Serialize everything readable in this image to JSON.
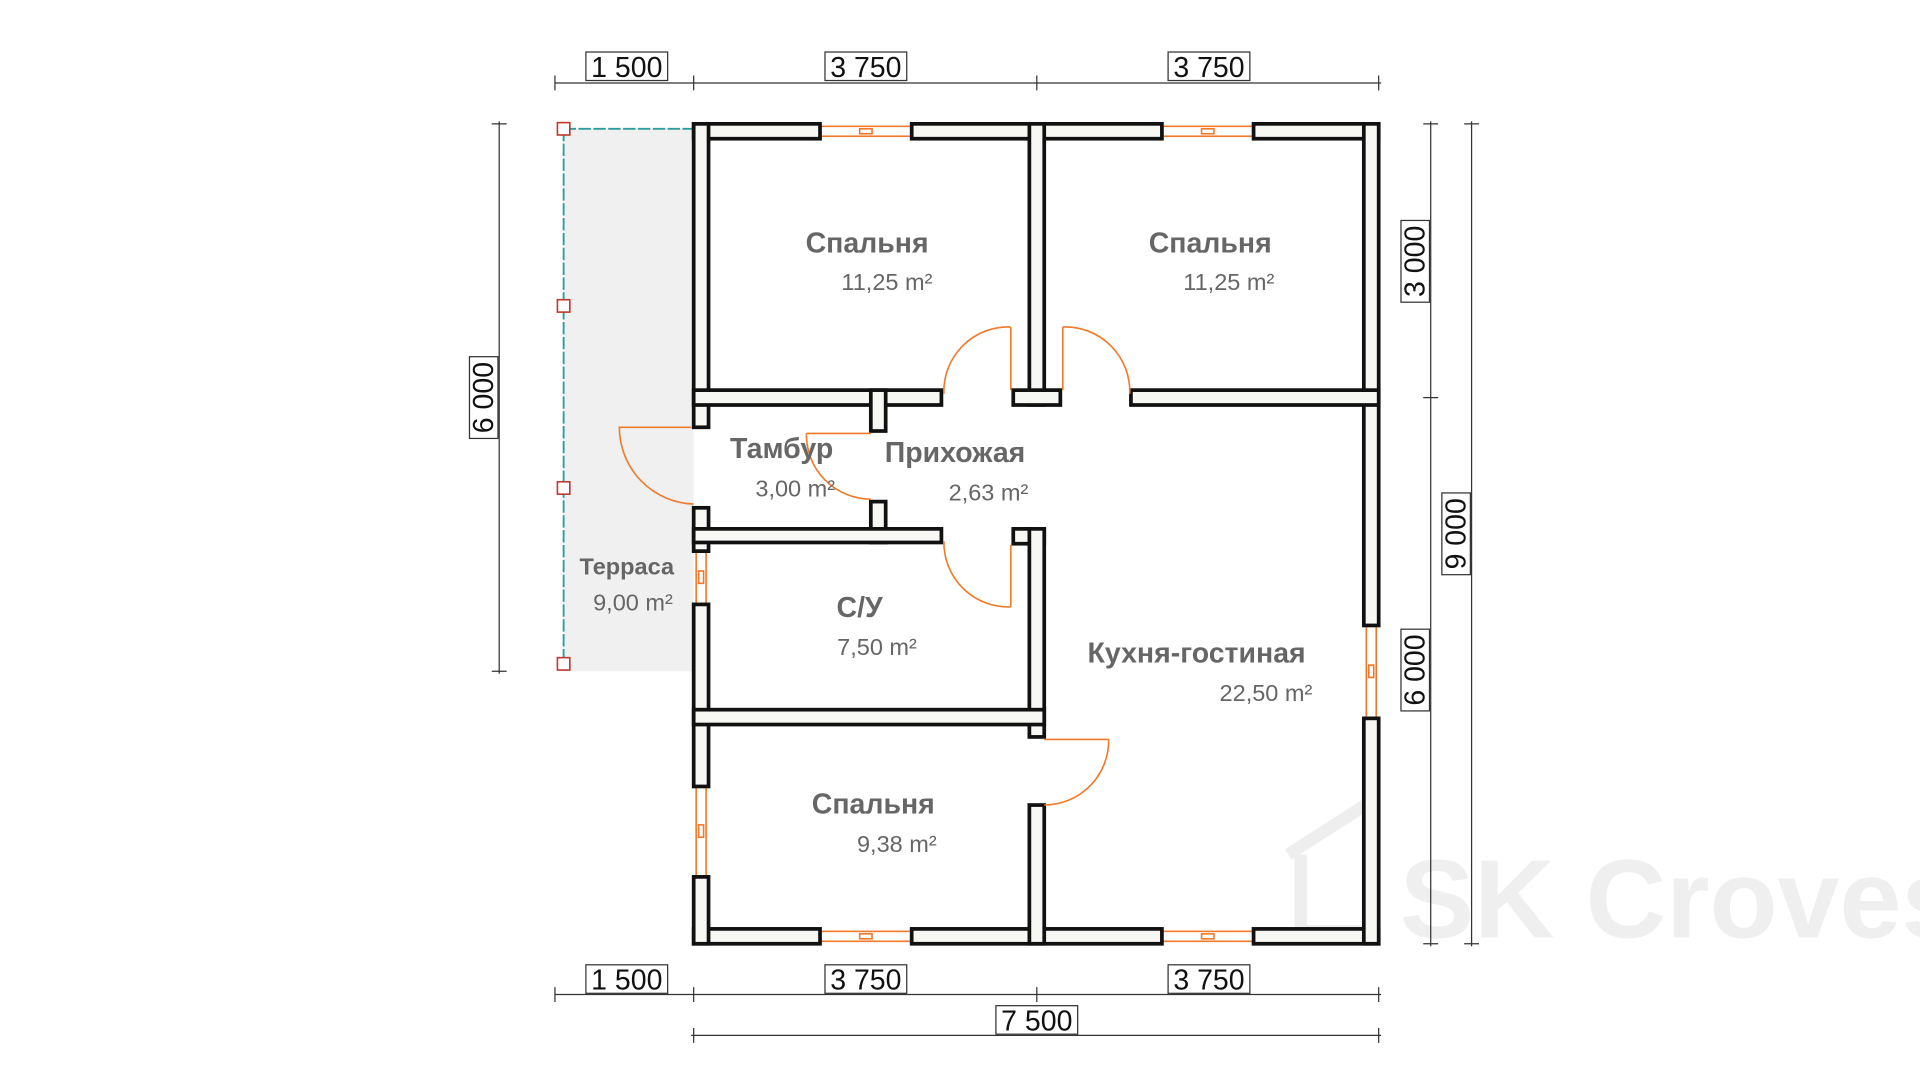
{
  "rooms": [
    {
      "name": "Спальня",
      "area": "11,25 m²"
    },
    {
      "name": "Спальня",
      "area": "11,25 m²"
    },
    {
      "name": "Тамбур",
      "area": "3,00 m²"
    },
    {
      "name": "Прихожая",
      "area": "2,63 m²"
    },
    {
      "name": "Терраса",
      "area": "9,00 m²"
    },
    {
      "name": "С/У",
      "area": "7,50 m²"
    },
    {
      "name": "Кухня-гостиная",
      "area": "22,50 m²"
    },
    {
      "name": "Спальня",
      "area": "9,38 m²"
    }
  ],
  "dimensions": {
    "top": [
      "1 500",
      "3 750",
      "3 750"
    ],
    "bottom": [
      "1 500",
      "3 750",
      "3 750"
    ],
    "total": "7 500",
    "left": "6 000",
    "right_inner": [
      "3 000",
      "6 000"
    ],
    "right_outer": "9 000"
  },
  "watermark": "SK Croves",
  "colors": {
    "wall": "#111111",
    "window_door": "#f07a2a",
    "terrace": "#f0f0f0",
    "post": "#c0392b"
  }
}
